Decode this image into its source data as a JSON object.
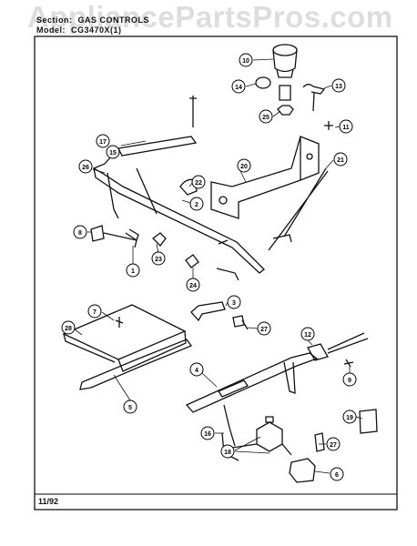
{
  "header": {
    "section_label": "Section:",
    "section_value": "GAS CONTROLS",
    "model_label": "Model:",
    "model_value": "CG3470X(1)"
  },
  "watermark": "AppliancePartsPros.com",
  "footer": {
    "date": "11/92"
  },
  "callouts": [
    "1",
    "2",
    "3",
    "4",
    "5",
    "6",
    "7",
    "8",
    "9",
    "10",
    "11",
    "12",
    "13",
    "14",
    "15",
    "16",
    "17",
    "18",
    "19",
    "20",
    "21",
    "22",
    "23",
    "24",
    "25",
    "26",
    "27",
    "28"
  ],
  "callout_labels": [
    {
      "id": "c10",
      "text": "10"
    },
    {
      "id": "c14",
      "text": "14"
    },
    {
      "id": "c13",
      "text": "13"
    },
    {
      "id": "c25",
      "text": "25"
    },
    {
      "id": "c11",
      "text": "11"
    },
    {
      "id": "c17",
      "text": "17"
    },
    {
      "id": "c15",
      "text": "15"
    },
    {
      "id": "c26",
      "text": "26"
    },
    {
      "id": "c20",
      "text": "20"
    },
    {
      "id": "c21",
      "text": "21"
    },
    {
      "id": "c22",
      "text": "22"
    },
    {
      "id": "c2",
      "text": "2"
    },
    {
      "id": "c8",
      "text": "8"
    },
    {
      "id": "c23",
      "text": "23"
    },
    {
      "id": "c1",
      "text": "1"
    },
    {
      "id": "c24",
      "text": "24"
    },
    {
      "id": "c3",
      "text": "3"
    },
    {
      "id": "c27a",
      "text": "27"
    },
    {
      "id": "c7",
      "text": "7"
    },
    {
      "id": "c28",
      "text": "28"
    },
    {
      "id": "c12",
      "text": "12"
    },
    {
      "id": "c4",
      "text": "4"
    },
    {
      "id": "c9",
      "text": "9"
    },
    {
      "id": "c5",
      "text": "5"
    },
    {
      "id": "c19",
      "text": "19"
    },
    {
      "id": "c16",
      "text": "16"
    },
    {
      "id": "c18",
      "text": "18"
    },
    {
      "id": "c27b",
      "text": "27"
    },
    {
      "id": "c6",
      "text": "6"
    }
  ]
}
